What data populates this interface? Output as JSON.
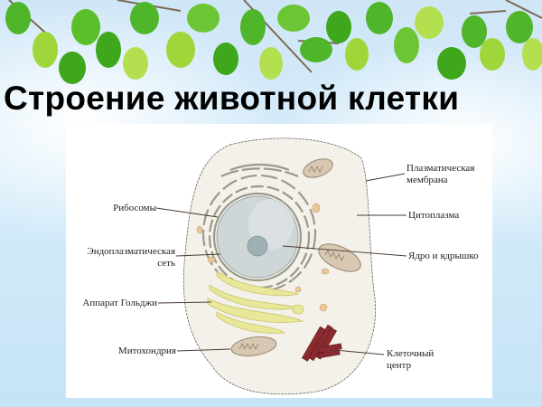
{
  "title": "Строение животной клетки",
  "colors": {
    "sky": "#cfe6f7",
    "leaf_light": "#9fd63a",
    "leaf_dark": "#3ea71c",
    "cytoplasm": "#f3f1ea",
    "nucleus": "#c9d2d4",
    "golgi": "#e8e79a",
    "mitochondria": "#d8c7b3",
    "centrosome": "#8b2a2e"
  },
  "diagram": {
    "labels_left": [
      {
        "id": "ribosomes",
        "text": "Рибосомы"
      },
      {
        "id": "er",
        "line1": "Эндоплазматическая",
        "line2": "сеть"
      },
      {
        "id": "golgi",
        "text": "Аппарат Гольджи"
      },
      {
        "id": "mitochondria",
        "text": "Митохондрия"
      }
    ],
    "labels_right": [
      {
        "id": "membrane",
        "line1": "Плазматическая",
        "line2": "мембрана"
      },
      {
        "id": "cytoplasm",
        "text": "Цитоплазма"
      },
      {
        "id": "nucleus",
        "text": "Ядро и ядрышко"
      },
      {
        "id": "centrosome",
        "line1": "Клеточный",
        "line2": "центр"
      }
    ]
  }
}
